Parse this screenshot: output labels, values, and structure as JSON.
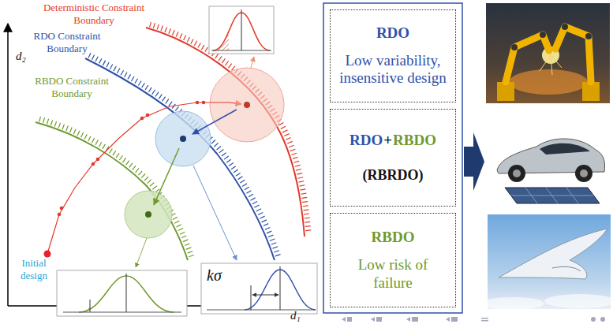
{
  "diagram": {
    "nodes": [
      {
        "text": [
          "RDO",
          "Low variability, insensitive design"
        ]
      },
      {
        "text": [
          "RDO",
          "+",
          "RBDO",
          "(RBRDO)"
        ]
      },
      {
        "text": [
          "RBDO",
          "Low risk of failure"
        ]
      }
    ],
    "labels": [
      "Deterministic Constraint Boundary",
      "RDO Constraint Boundary",
      "RBDO Constraint Boundary",
      "Initial design",
      "d₂",
      "d₁",
      "kσ"
    ]
  }
}
